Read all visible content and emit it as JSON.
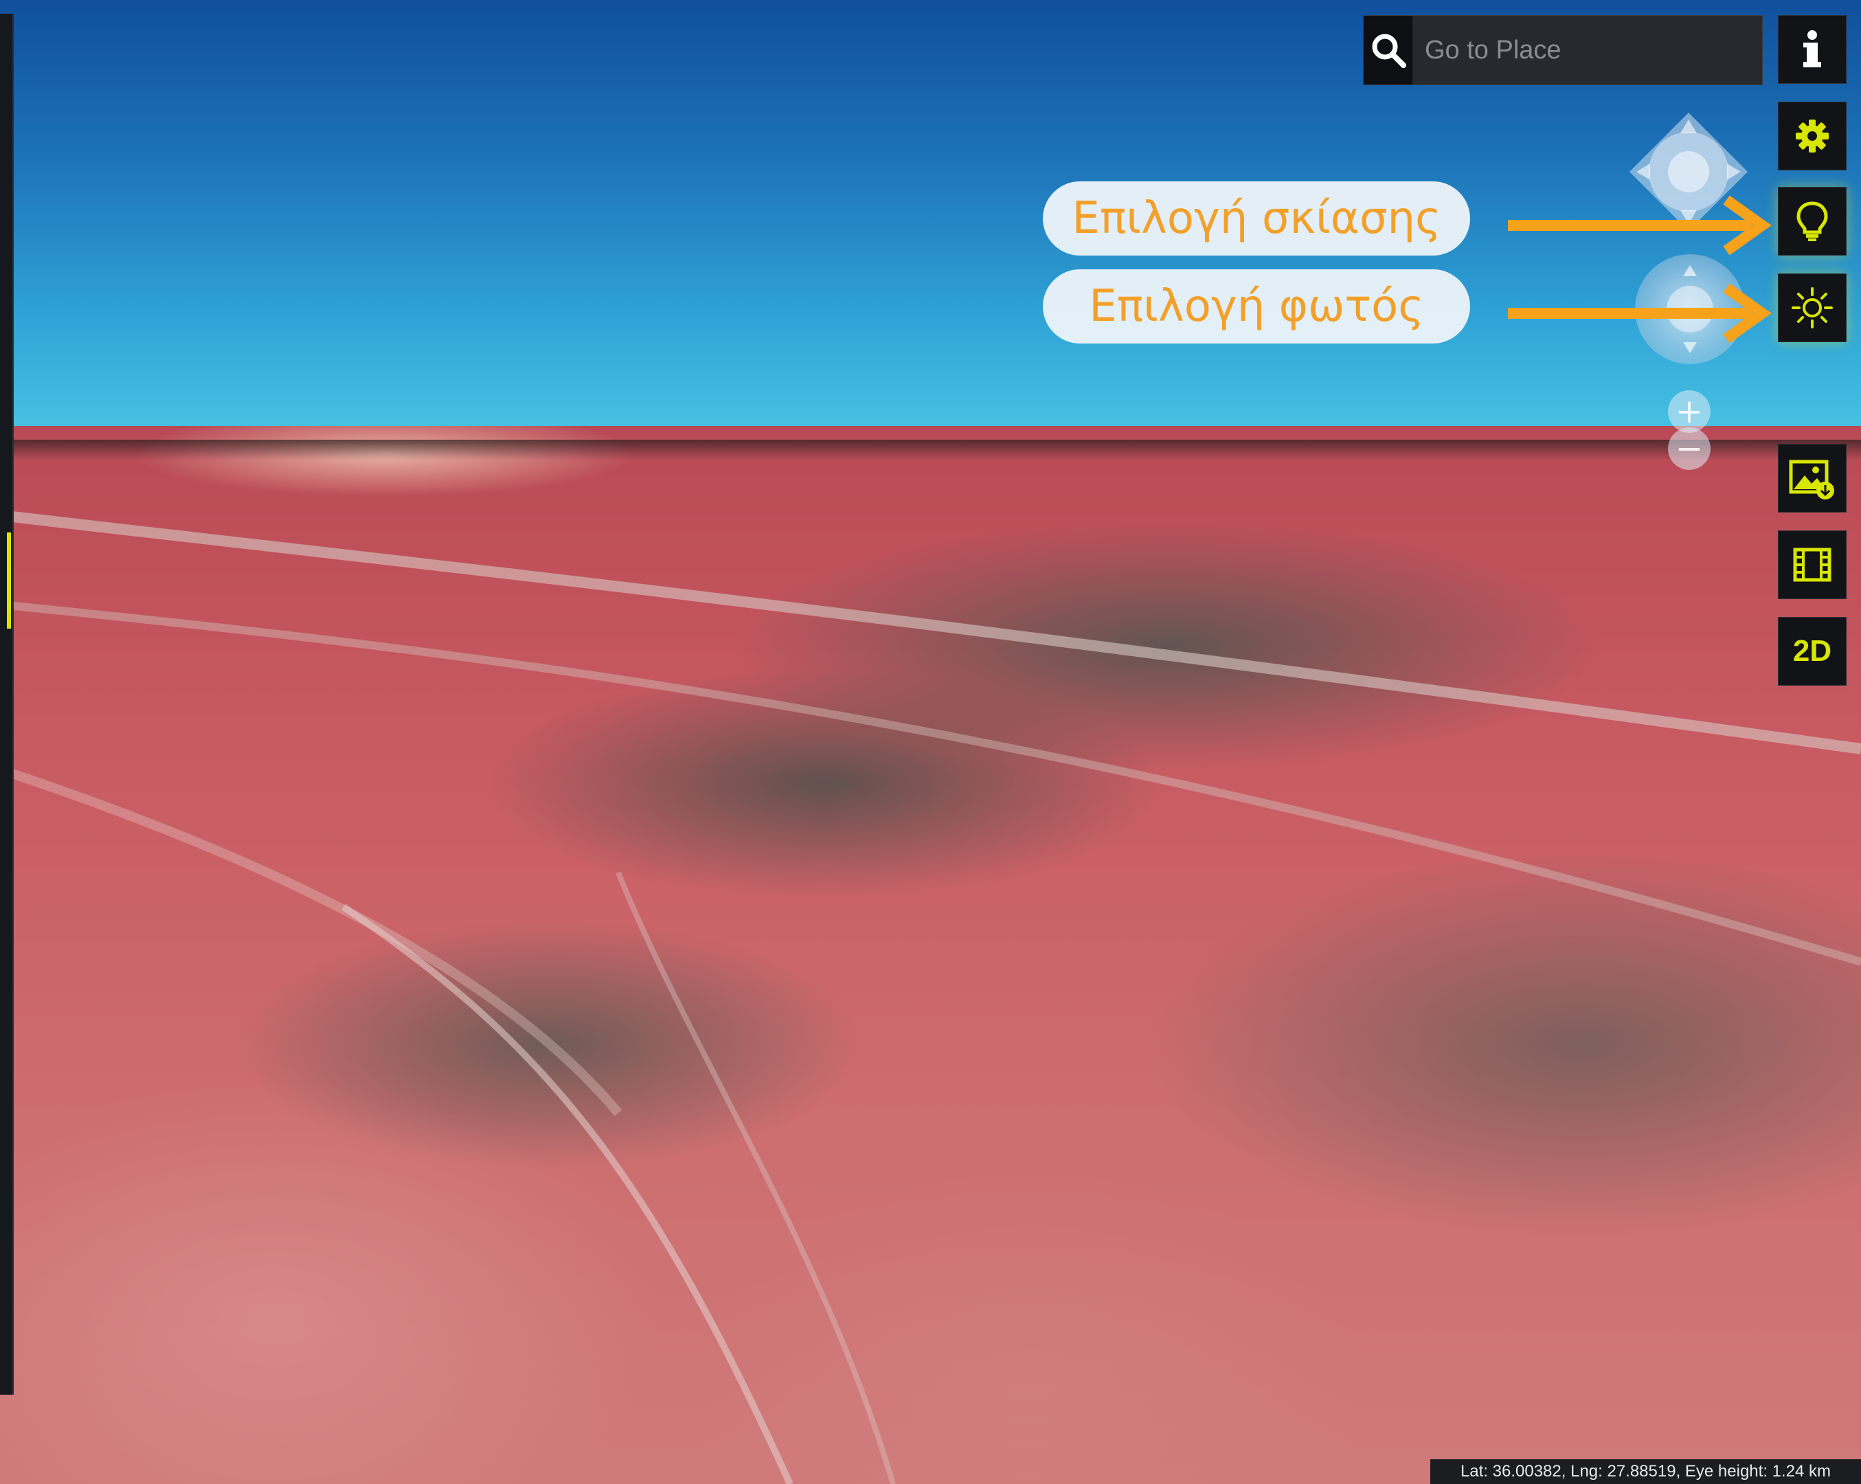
{
  "search": {
    "placeholder": "Go to Place"
  },
  "toolbar": {
    "items": [
      {
        "icon": "info-icon"
      },
      {
        "icon": "gear-icon"
      },
      {
        "icon": "lightbulb-icon"
      },
      {
        "icon": "sun-icon"
      },
      {
        "icon": "image-download-icon"
      },
      {
        "icon": "film-icon"
      },
      {
        "label": "2D"
      }
    ]
  },
  "navigation": {
    "zoom_in": "+",
    "zoom_out": "−"
  },
  "annotations": [
    {
      "text": "Επιλογή σκίασης"
    },
    {
      "text": "Επιλογή φωτός"
    }
  ],
  "status": {
    "text": "Lat: 36.00382, Lng: 27.88519, Eye height: 1.24 km"
  },
  "colors": {
    "accent": "#d8e600",
    "callout_text": "#f2a02a",
    "arrow": "#f7a21b",
    "sky_top": "#0f4f9b",
    "sky_bottom": "#4cc8e6"
  }
}
